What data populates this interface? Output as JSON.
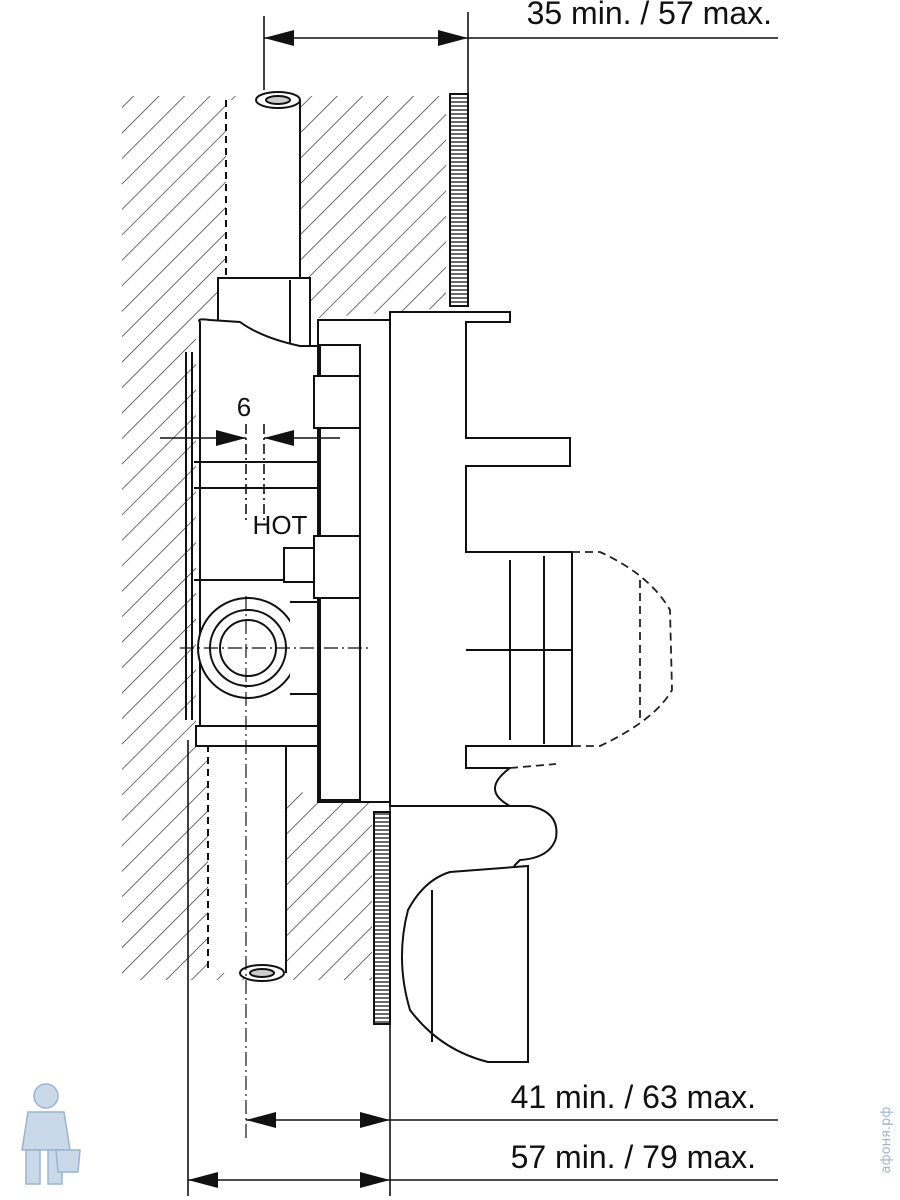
{
  "dimensions": {
    "top": "35 min. / 57 max.",
    "offset": "6",
    "bottom_inner": "41 min. / 63 max.",
    "bottom_outer": "57 min. / 79 max."
  },
  "labels": {
    "hot": "HOT"
  },
  "watermark": {
    "text": "афоня.рф",
    "mascot_icon": "plumber-mascot-icon"
  },
  "colors": {
    "line": "#111111",
    "background": "#ffffff",
    "watermark": "#9bb4d0"
  }
}
